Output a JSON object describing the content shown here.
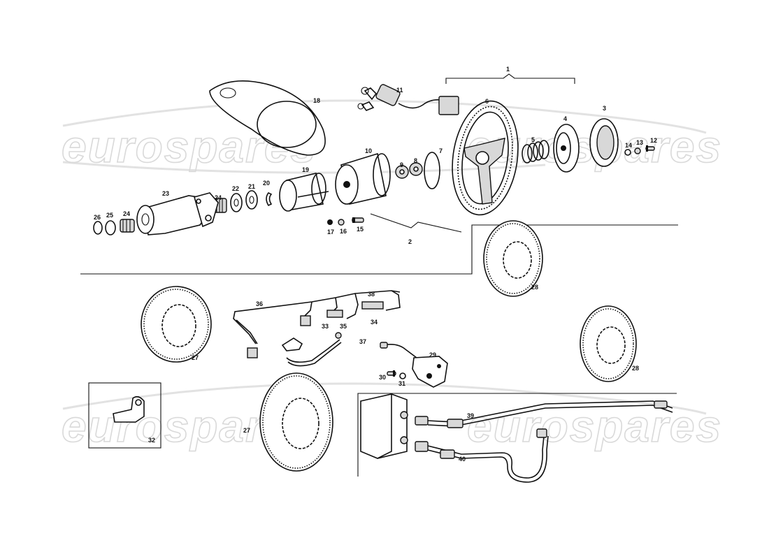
{
  "watermark": {
    "text": "eurospares"
  },
  "callouts": [
    "1",
    "2",
    "3",
    "4",
    "5",
    "6",
    "7",
    "8",
    "9",
    "10",
    "11",
    "12",
    "13",
    "14",
    "15",
    "16",
    "17",
    "18",
    "19",
    "20",
    "21",
    "22",
    "23",
    "24",
    "24",
    "25",
    "26",
    "27",
    "27",
    "28",
    "28",
    "29",
    "30",
    "31",
    "32",
    "33",
    "34",
    "35",
    "36",
    "37",
    "38",
    "39",
    "40"
  ]
}
